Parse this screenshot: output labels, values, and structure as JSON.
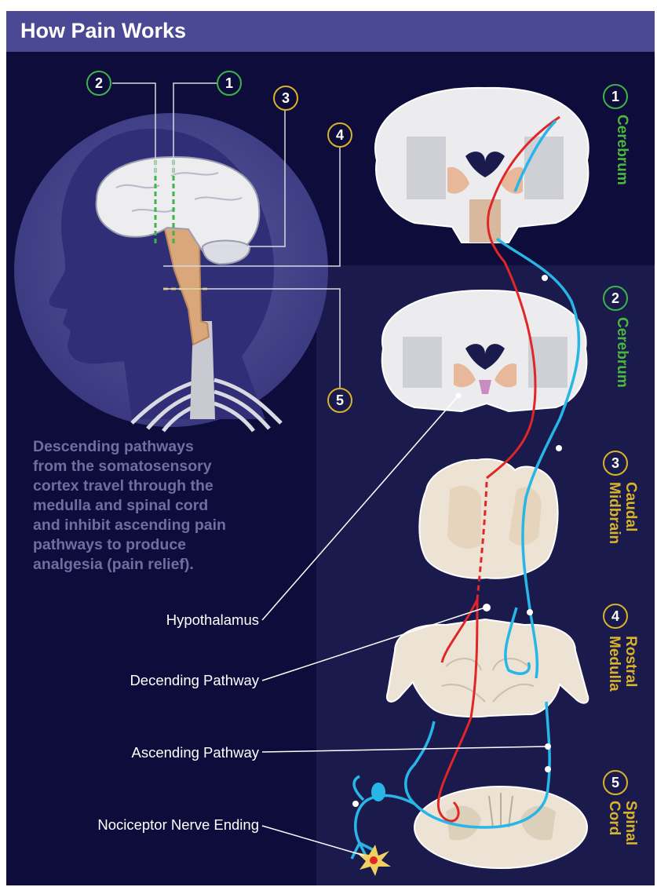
{
  "title": "How Pain Works",
  "description_lines": [
    "Descending pathways",
    "from the somatosensory",
    "cortex travel through the",
    "medulla and spinal cord",
    "and inhibit ascending pain",
    "pathways to produce",
    "analgesia (pain relief)."
  ],
  "callouts": {
    "hypothalamus": "Hypothalamus",
    "descending": "Decending Pathway",
    "ascending": "Ascending Pathway",
    "nociceptor": "Nociceptor Nerve Ending"
  },
  "head_markers": [
    "2",
    "1",
    "3",
    "4",
    "5"
  ],
  "stages": [
    {
      "number": "1",
      "name_lines": [
        "Cerebrum"
      ],
      "color": "#49b83e"
    },
    {
      "number": "2",
      "name_lines": [
        "Cerebrum"
      ],
      "color": "#49b83e"
    },
    {
      "number": "3",
      "name_lines": [
        "Caudal",
        "Midbrain"
      ],
      "color": "#d9b32a"
    },
    {
      "number": "4",
      "name_lines": [
        "Rostral",
        "Medulla"
      ],
      "color": "#d9b32a"
    },
    {
      "number": "5",
      "name_lines": [
        "Spinal",
        "Cord"
      ],
      "color": "#d9b32a"
    }
  ],
  "colors": {
    "background": "#0d0c3a",
    "title_bar": "#4b4993",
    "descending_pathway": "#e02626",
    "ascending_pathway": "#27b6e6",
    "marker_gold": "#d9b32a",
    "marker_green": "#3db34a"
  }
}
